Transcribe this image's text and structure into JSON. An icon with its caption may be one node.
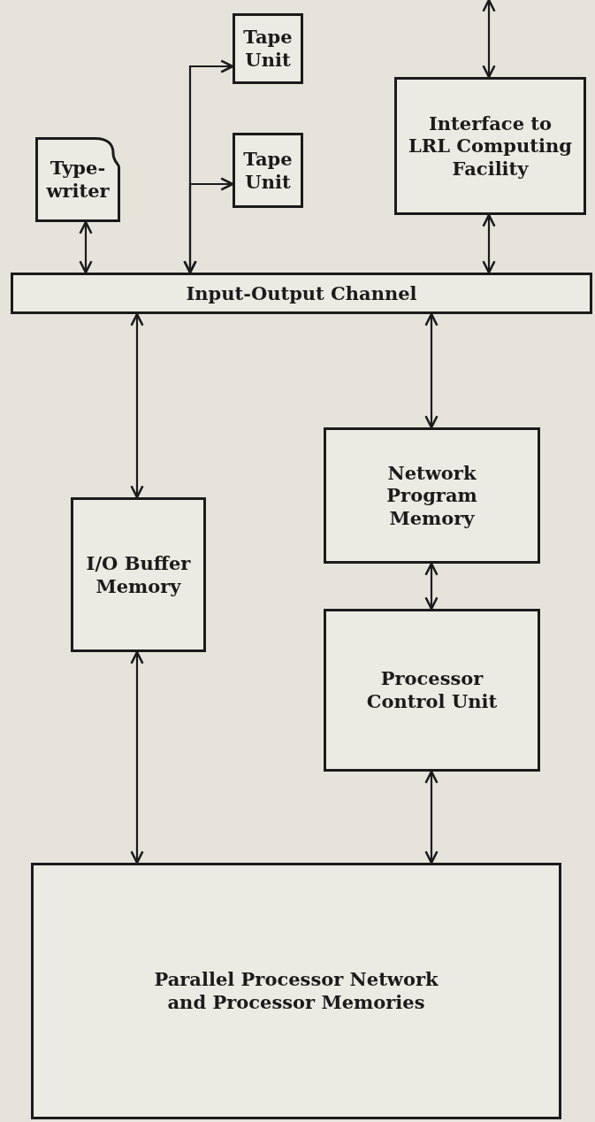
{
  "diagram": {
    "nodes": [
      {
        "text": [
          "Tape Unit"
        ]
      },
      {
        "text": [
          "Interface to LRL Computing Facility"
        ]
      },
      {
        "text": [
          "Type- writer"
        ]
      },
      {
        "text": [
          "Tape Unit"
        ]
      },
      {
        "text": [
          "Input-Output Channel"
        ]
      },
      {
        "text": [
          "Network Program Memory"
        ]
      },
      {
        "text": [
          "I/O Buffer Memory"
        ]
      },
      {
        "text": [
          "Processor Control Unit"
        ]
      },
      {
        "text": [
          "Parallel Processor Network and Processor Memories"
        ]
      }
    ],
    "edges": [
      {
        "from": null,
        "to": 1,
        "arrow": "both"
      },
      {
        "from": 2,
        "to": 4,
        "arrow": "both"
      },
      {
        "from": 4,
        "to": 0,
        "arrow": "both"
      },
      {
        "from": 4,
        "to": 3,
        "arrow": "both"
      },
      {
        "from": 1,
        "to": 4,
        "arrow": "both"
      },
      {
        "from": 4,
        "to": 6,
        "arrow": "both"
      },
      {
        "from": 4,
        "to": 5,
        "arrow": "both"
      },
      {
        "from": 5,
        "to": 7,
        "arrow": "both"
      },
      {
        "from": 6,
        "to": 8,
        "arrow": "both"
      },
      {
        "from": 7,
        "to": 8,
        "arrow": "both"
      }
    ]
  }
}
